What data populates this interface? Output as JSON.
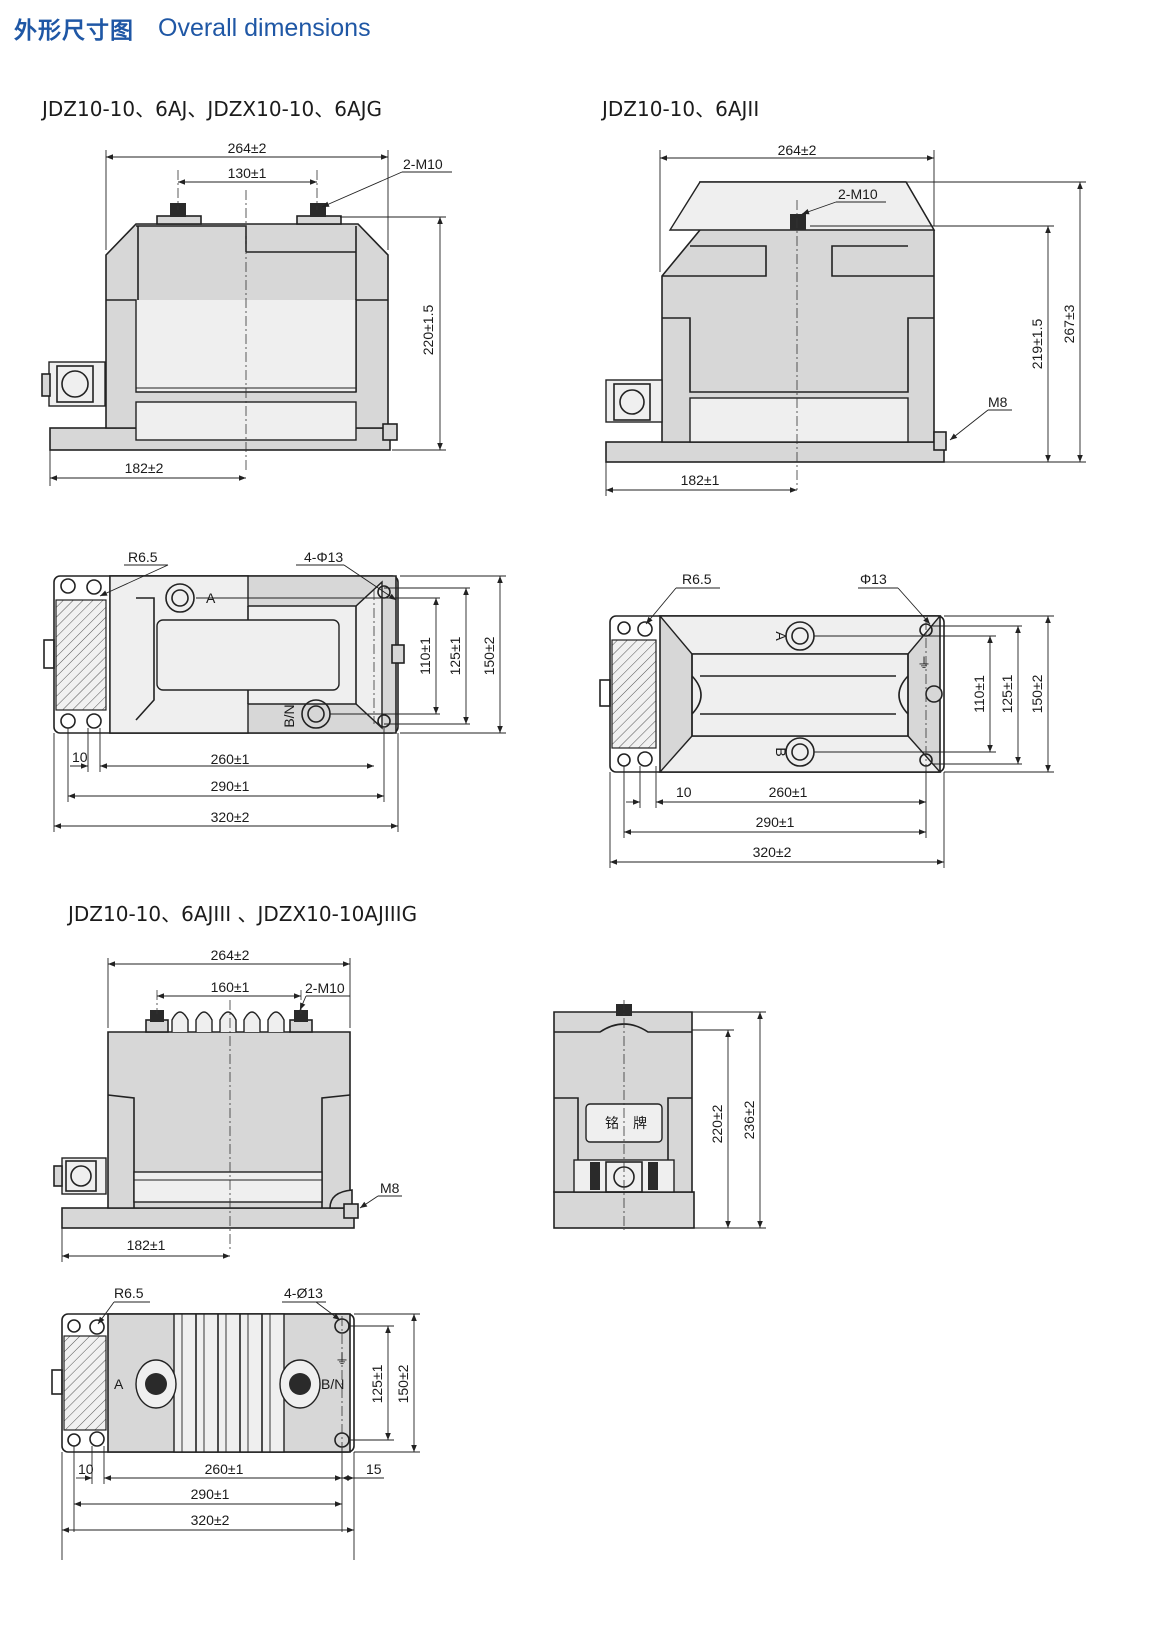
{
  "header": {
    "title_zh": "外形尺寸图",
    "title_en": "Overall dimensions"
  },
  "captions": {
    "model_1": "JDZ10-10、6AJ、JDZX10-10、6AJG",
    "model_2": "JDZ10-10、6AJII",
    "model_3": "JDZ10-10、6AJIII 、JDZX10-10AJIIIG"
  },
  "dims": {
    "d264": "264±2",
    "d130": "130±1",
    "m10": "2-M10",
    "d220": "220±1.5",
    "d182": "182±2",
    "d182b": "182±1",
    "d219": "219±1.5",
    "d267": "267±3",
    "m8": "M8",
    "r65": "R6.5",
    "h413": "4-Φ13",
    "h13": "Φ13",
    "h413b": "4-Ø13",
    "d110": "110±1",
    "d125": "125±1",
    "d150": "150±2",
    "d10": "10",
    "d260": "260±1",
    "d290": "290±1",
    "d320": "320±2",
    "d160": "160±1",
    "d220b": "220±2",
    "d236": "236±2",
    "d15": "15"
  },
  "marks": {
    "a": "A",
    "bn": "B/N",
    "b": "B",
    "ground": "⏚"
  },
  "nameplate": {
    "c1": "铭",
    "c2": "牌"
  }
}
